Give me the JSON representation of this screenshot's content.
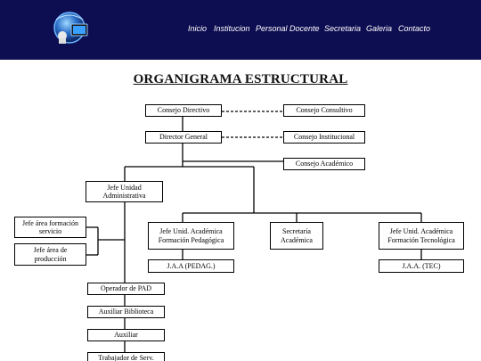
{
  "nav": {
    "items": [
      "Inicio",
      "Institucion",
      "Personal Docente",
      "Secretaria",
      "Galeria",
      "Contacto"
    ]
  },
  "org": {
    "title": "ORGANIGRAMA ESTRUCTURAL",
    "nodes": {
      "consejo_directivo": "Consejo Directivo",
      "consejo_consultivo": "Consejo Consultivo",
      "director_general": "Director General",
      "consejo_institucional": "Consejo Institucional",
      "consejo_academico": "Consejo Académico",
      "jefe_unidad_administrativa": "Jefe Unidad Administrativa",
      "jefe_area_formacion": "Jefe área formación servicio",
      "jefe_area_produccion": "Jefe área de producción",
      "jefe_formacion_pedagogica": "Jefe Unid. Académica Formación Pedagógica",
      "secretaria_academica": "Secretaría Académica",
      "jefe_formacion_tecnologica": "Jefe Unid. Académica Formación Tecnológica",
      "jaa_pedag": "J.A.A (PEDAG.)",
      "jaa_tec": "J.A.A. (TEC)",
      "operador_pad": "Operador de PAD",
      "auxiliar_biblioteca": "Auxiliar Biblioteca",
      "auxiliar": "Auxiliar",
      "trabajador_serv": "Trabajador de Serv."
    }
  }
}
